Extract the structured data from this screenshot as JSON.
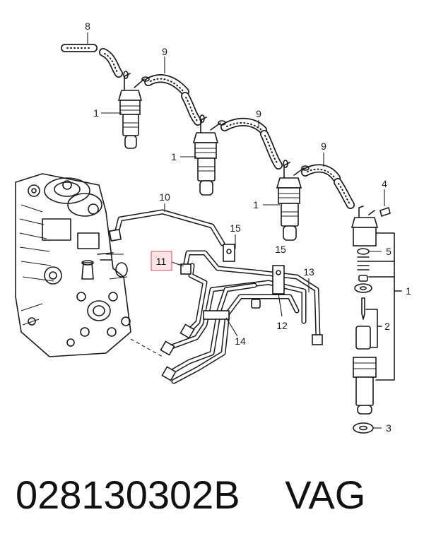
{
  "callouts": {
    "c8": "8",
    "c9a": "9",
    "c9b": "9",
    "c9c": "9",
    "c1a": "1",
    "c1b": "1",
    "c1c": "1",
    "c10": "10",
    "c15a": "15",
    "c15b": "15",
    "c11": "11",
    "c13": "13",
    "c12": "12",
    "c14": "14",
    "c4": "4",
    "c5": "5",
    "c1d": "1",
    "c2": "2",
    "c3": "3"
  },
  "highlight": {
    "color": "#e06a7a",
    "fill": "#fbe3e6"
  },
  "footer": {
    "part_number": "028130302B",
    "brand": "VAG"
  }
}
